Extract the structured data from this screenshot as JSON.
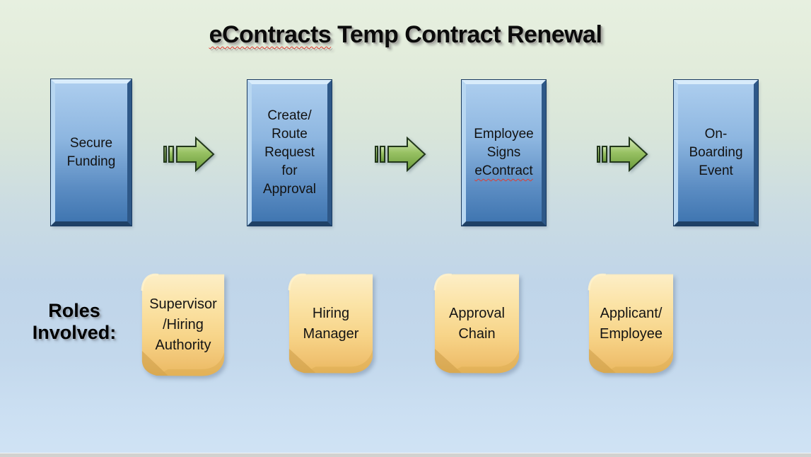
{
  "slide": {
    "title": {
      "misspelled_word": "eContracts",
      "rest": " Temp Contract Renewal"
    },
    "process_steps": [
      {
        "label": "Secure Funding"
      },
      {
        "label": "Create/ Route Request for Approval"
      },
      {
        "label_start": "Employee Signs",
        "label_misspelled": "eContract"
      },
      {
        "label": "On- Boarding Event"
      }
    ],
    "flow_arrows": [
      {
        "icon": "striped-right-arrow-icon"
      },
      {
        "icon": "striped-right-arrow-icon"
      },
      {
        "icon": "striped-right-arrow-icon"
      }
    ],
    "roles": {
      "heading": "Roles Involved:",
      "cards": [
        {
          "label": "Supervisor /Hiring Authority"
        },
        {
          "label": "Hiring Manager"
        },
        {
          "label": "Approval Chain"
        },
        {
          "label": "Applicant/ Employee"
        }
      ]
    },
    "colors": {
      "background_top": "#e6efdf",
      "background_bottom": "#d0e3f5",
      "step_box_top": "#accdee",
      "step_box_bottom": "#4076b1",
      "arrow_fill_top": "#d9ecbc",
      "arrow_fill_bottom": "#68993a",
      "arrow_outline": "#22371b",
      "role_card_top": "#fdeec6",
      "role_card_bottom": "#eab95f",
      "spellcheck_underline": "#e03c31"
    }
  }
}
